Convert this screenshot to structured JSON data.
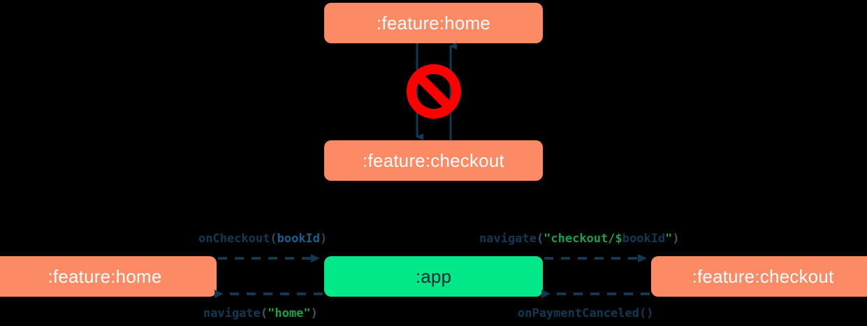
{
  "diagram": {
    "title_hidden": "",
    "colors": {
      "module_orange": "#FC8A65",
      "app_green": "#00E887",
      "arrow_navy": "#0E3A53",
      "prohibition_red": "#FF0000",
      "background": "#000000",
      "text_on_orange": "#FFFFFF",
      "text_on_green": "#0E2430",
      "code_function": "#0E3A53",
      "code_identifier": "#15608C",
      "code_string": "#18A14B",
      "code_punctuation": "#2F4858"
    },
    "top_section": {
      "nodes": [
        {
          "id": "top-home",
          "label": ":feature:home",
          "style": "orange"
        },
        {
          "id": "top-checkout",
          "label": ":feature:checkout",
          "style": "orange"
        }
      ],
      "edges": [
        {
          "id": "home-to-checkout",
          "from": "top-home",
          "to": "top-checkout",
          "direction": "down",
          "style": "solid"
        },
        {
          "id": "checkout-to-home",
          "from": "top-checkout",
          "to": "top-home",
          "direction": "up",
          "style": "solid"
        }
      ],
      "badge": {
        "id": "forbidden",
        "icon": "prohibition-icon",
        "meaning": "not allowed"
      }
    },
    "bottom_section": {
      "nodes": [
        {
          "id": "bottom-home",
          "label": ":feature:home",
          "style": "orange"
        },
        {
          "id": "bottom-app",
          "label": ":app",
          "style": "green"
        },
        {
          "id": "bottom-checkout",
          "label": ":feature:checkout",
          "style": "orange"
        }
      ],
      "edges": [
        {
          "id": "home-to-app",
          "from": "bottom-home",
          "to": "bottom-app",
          "direction": "right",
          "style": "dashed",
          "label_tokens": [
            {
              "text": "onCheckout",
              "type": "fn"
            },
            {
              "text": "(",
              "type": "punc"
            },
            {
              "text": "bookId",
              "type": "id"
            },
            {
              "text": ")",
              "type": "punc"
            }
          ],
          "label_text": "onCheckout(bookId)"
        },
        {
          "id": "app-to-checkout",
          "from": "bottom-app",
          "to": "bottom-checkout",
          "direction": "right",
          "style": "dashed",
          "label_tokens": [
            {
              "text": "navigate",
              "type": "fn"
            },
            {
              "text": "(",
              "type": "punc"
            },
            {
              "text": "\"checkout/",
              "type": "str"
            },
            {
              "text": "$",
              "type": "str"
            },
            {
              "text": "bookId",
              "type": "id"
            },
            {
              "text": "\"",
              "type": "str"
            },
            {
              "text": ")",
              "type": "punc"
            }
          ],
          "label_text": "navigate(\"checkout/$bookId\")"
        },
        {
          "id": "app-to-home",
          "from": "bottom-app",
          "to": "bottom-home",
          "direction": "left",
          "style": "dashed",
          "label_tokens": [
            {
              "text": "navigate",
              "type": "fn"
            },
            {
              "text": "(",
              "type": "punc"
            },
            {
              "text": "\"home\"",
              "type": "str"
            },
            {
              "text": ")",
              "type": "punc"
            }
          ],
          "label_text": "navigate(\"home\")"
        },
        {
          "id": "checkout-to-app",
          "from": "bottom-checkout",
          "to": "bottom-app",
          "direction": "left",
          "style": "dashed",
          "label_tokens": [
            {
              "text": "onPaymentCanceled()",
              "type": "fn"
            }
          ],
          "label_text": "onPaymentCanceled()"
        }
      ]
    }
  }
}
